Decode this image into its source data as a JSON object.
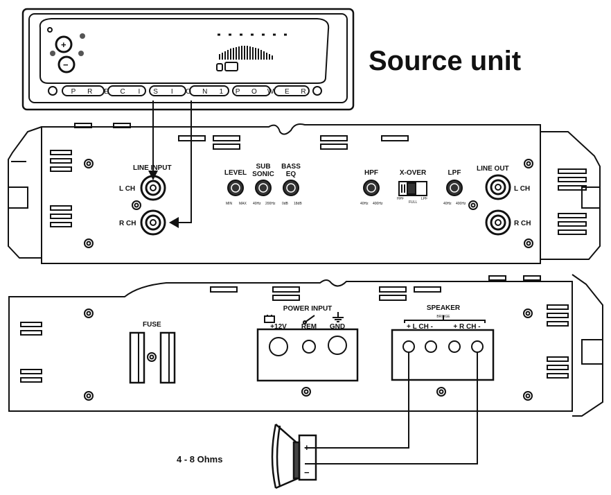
{
  "title": "Source unit",
  "source_unit": {
    "brand_letters": [
      "P",
      "R",
      "E",
      "C",
      "I",
      "S",
      "I",
      "O",
      "N",
      "1",
      "P",
      "O",
      "W",
      "E",
      "R"
    ],
    "plus_symbol": "+",
    "minus_symbol": "−"
  },
  "amplifier_front": {
    "line_input": "LINE INPUT",
    "line_out": "LINE OUT",
    "l_ch": "L CH",
    "r_ch": "R CH",
    "level": "LEVEL",
    "subsonic": [
      "SUB",
      "SONIC"
    ],
    "bass_eq": [
      "BASS",
      "EQ"
    ],
    "hpf": "HPF",
    "xover": "X-OVER",
    "lpf": "LPF",
    "level_scale": [
      "MIN",
      "MAX"
    ],
    "subsonic_scale": [
      "40Hz",
      "200Hz"
    ],
    "bass_scale": [
      "0dB",
      "18dB"
    ],
    "hpf_scale": [
      "40Hz",
      "400Hz"
    ],
    "lpf_scale": [
      "40Hz",
      "400Hz"
    ],
    "xover_positions": [
      "HPF",
      "FULL",
      "LPF"
    ]
  },
  "amplifier_rear": {
    "fuse": "FUSE",
    "power_input": "POWER INPUT",
    "plus12v": "+12V",
    "rem": "REM",
    "gnd": "GND",
    "speaker": "SPEAKER",
    "bridge": "BRIDGE",
    "speaker_l": "+ L CH -",
    "speaker_r": "+ R CH -"
  },
  "speaker": {
    "impedance": "4 - 8 Ohms",
    "plus": "+",
    "minus": "−"
  },
  "colors": {
    "line": "#111111",
    "background": "#ffffff"
  }
}
